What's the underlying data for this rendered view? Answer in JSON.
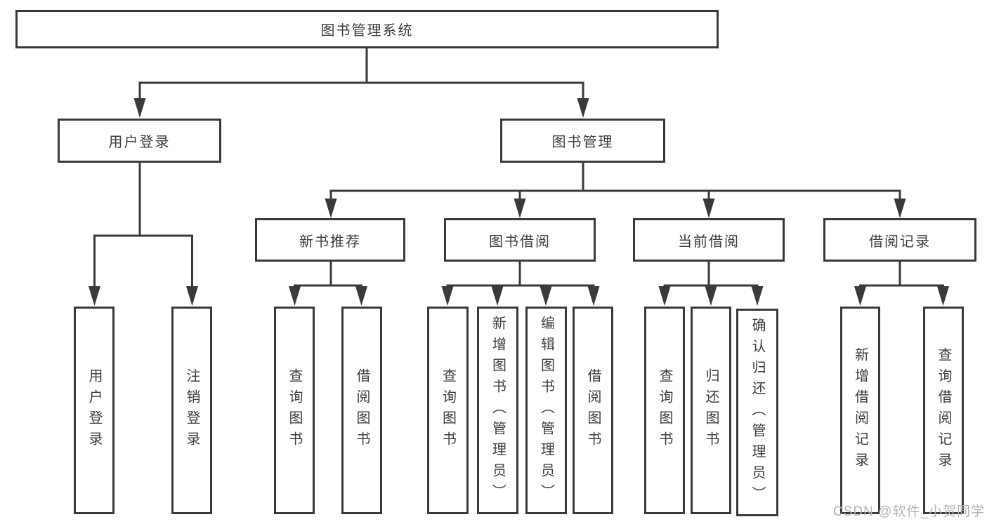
{
  "diagram": {
    "title": "图书管理系统",
    "type": "hierarchy-tree",
    "colors": {
      "line": "#3a3a3a",
      "box_border": "#3a3a3a",
      "text": "#3e3e3e",
      "background": "#ffffff",
      "watermark": "#b4b4b4"
    }
  },
  "nodes": {
    "root": "图书管理系统",
    "level2": [
      "用户登录",
      "图书管理"
    ],
    "level3": [
      "新书推荐",
      "图书借阅",
      "当前借阅",
      "借阅记录"
    ],
    "leaves": {
      "user_login": [
        "用户登录",
        "注销登录"
      ],
      "new_book_recommend": [
        "查询图书",
        "借阅图书"
      ],
      "book_borrow": [
        "查询图书",
        "新增图书（管理员）",
        "编辑图书（管理员）",
        "借阅图书"
      ],
      "current_borrow": [
        "查询图书",
        "归还图书",
        "确认归还（管理员）"
      ],
      "borrow_records": [
        "新增借阅记录",
        "查询借阅记录"
      ]
    }
  },
  "watermark": "CSDN @软件_小贺同学"
}
